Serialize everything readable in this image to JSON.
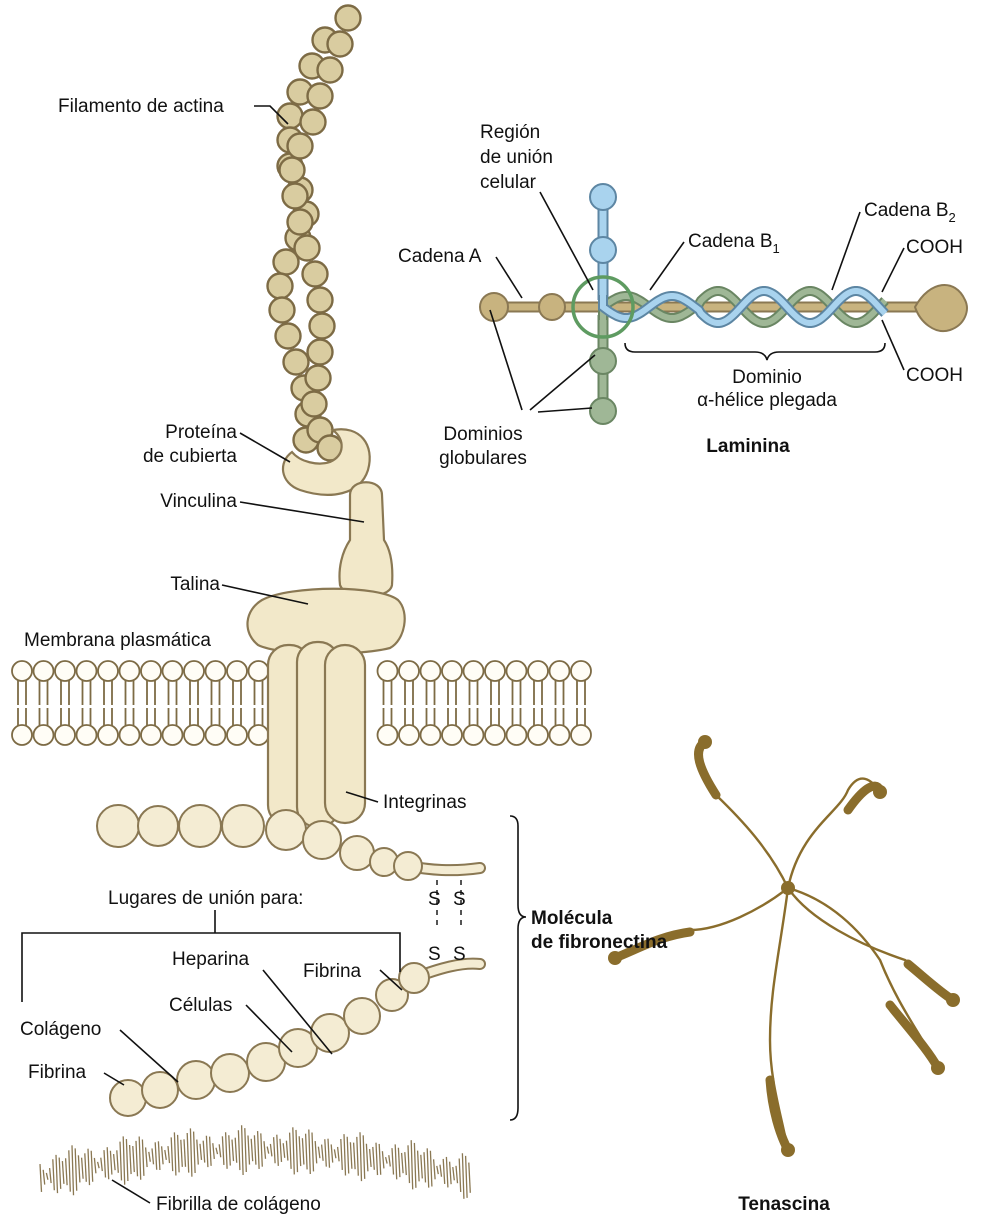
{
  "labels": {
    "filamento_actina": "Filamento de actina",
    "proteina_cubierta_1": "Proteína",
    "proteina_cubierta_2": "de cubierta",
    "vinculina": "Vinculina",
    "talina": "Talina",
    "membrana": "Membrana plasmática",
    "integrinas": "Integrinas",
    "lugares_union": "Lugares de unión para:",
    "heparina": "Heparina",
    "fibrina_top": "Fibrina",
    "celulas": "Células",
    "colageno": "Colágeno",
    "fibrina_left": "Fibrina",
    "fibrilla_colageno": "Fibrilla de colágeno",
    "molecula_1": "Molécula",
    "molecula_2": "de fibronectina",
    "disulfide": "S",
    "region_1": "Región",
    "region_2": "de unión",
    "region_3": "celular",
    "cadena_a": "Cadena A",
    "cadena_b1": "Cadena B",
    "cadena_b1_sub": "1",
    "cadena_b2": "Cadena B",
    "cadena_b2_sub": "2",
    "cooh_top": "COOH",
    "cooh_bottom": "COOH",
    "dominio_1": "Dominio",
    "dominio_2": "α-hélice plegada",
    "dominios_glob_1": "Dominios",
    "dominios_glob_2": "globulares",
    "laminina": "Laminina",
    "tenascina": "Tenascina"
  },
  "colors": {
    "actin_bead": "#d9cca0",
    "protein_cream": "#f2e8c9",
    "laminin_tan": "#c8b37f",
    "laminin_blue": "#a9d3ee",
    "laminin_green": "#9fb796",
    "laminin_ring": "#5e9b61",
    "tenascin": "#8a6d2c",
    "fibronectin": "#f4ecd3"
  }
}
